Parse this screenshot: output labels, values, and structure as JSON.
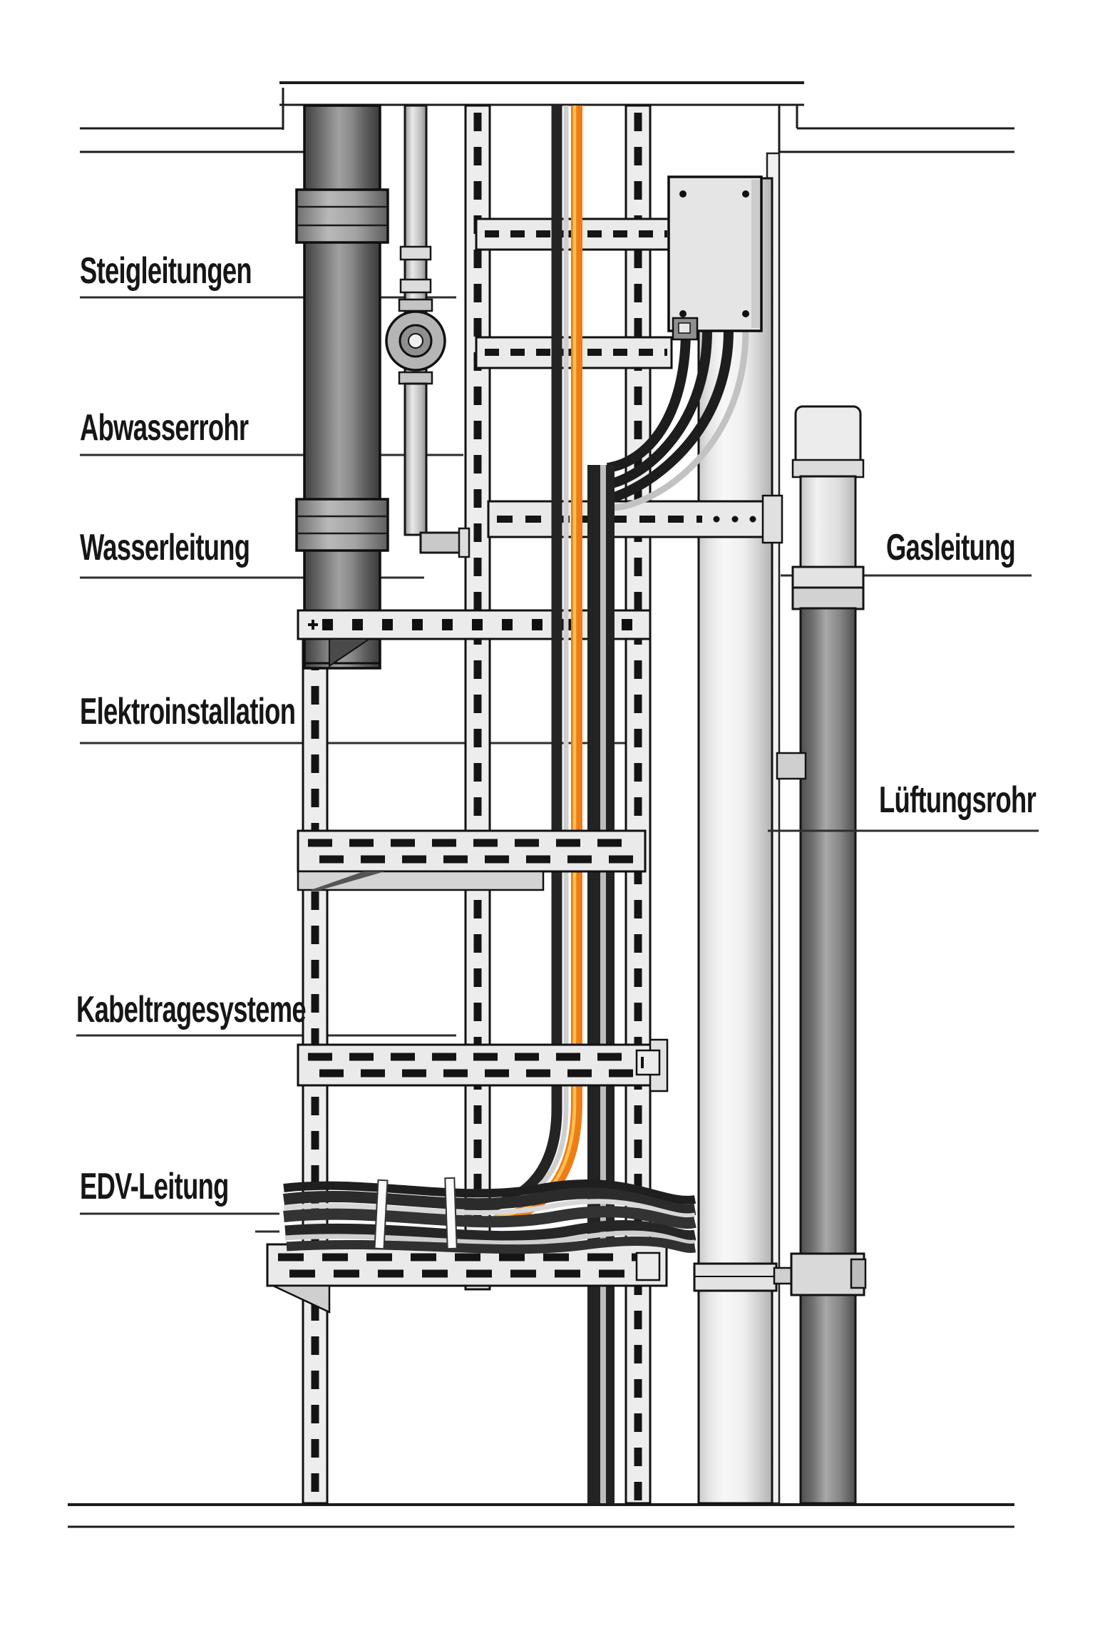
{
  "diagram": {
    "title_implicit": "Installationsschacht (building services shaft) cutaway diagram",
    "labels": {
      "steigleitungen": "Steigleitungen",
      "abwasserrohr": "Abwasserrohr",
      "wasserleitung": "Wasserleitung",
      "elektroinstallation": "Elektroinstallation",
      "kabeltragesysteme": "Kabeltragesysteme",
      "edv_leitung": "EDV-Leitung",
      "gasleitung": "Gasleitung",
      "lueftungsrohr": "Lüftungsrohr"
    }
  },
  "colors": {
    "background": "#ffffff",
    "line_dark": "#1c1c1c",
    "leader_line": "#2e2e2e",
    "cable_orange": "#ee7d18",
    "cable_orange_highlight": "#ffc14e",
    "pipe_dark_gray": "#585858",
    "pipe_light_gray": "#f3f3f3",
    "gas_pipe_gray": "#6e6e6e",
    "channel_gray": "#ececec",
    "cable_black": "#242424",
    "conduit_gray": "#c2c2c2"
  }
}
